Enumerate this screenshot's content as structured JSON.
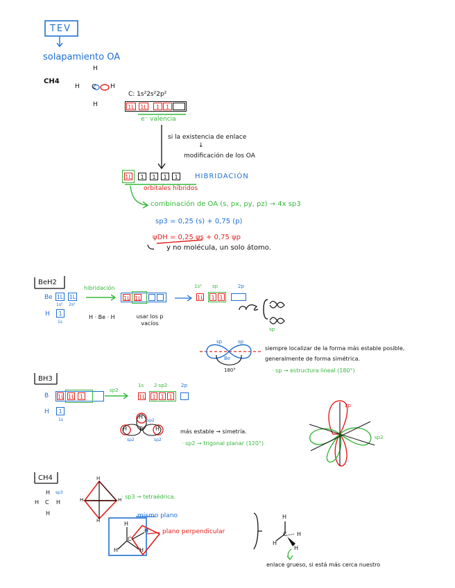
{
  "tev": "TEV",
  "heading": "solapamiento OA",
  "ch4": {
    "label": "CH4",
    "h_top": "H",
    "h_left": "H",
    "h_mid": "H",
    "h_bottom": "H",
    "carbon": "C",
    "config": "C: 1s²2s²2p²",
    "cells_a": [
      "1L",
      "1L",
      "1",
      "1",
      ""
    ],
    "valencia": "e⁻ valencia",
    "existence": "si la existencia de enlace",
    "arrow_small": "↓",
    "modificacion": "modificación de los OA",
    "cells_b": [
      "1L",
      "1",
      "1",
      "1",
      "1"
    ],
    "hibridacion": "HIBRIDACIÓN",
    "orbitales": "orbitales híbridos",
    "combinacion": "combinación de OA (s, px, py, pz) → 4x sp3",
    "sp3_eq": "sp3 = 0,25 (s) + 0,75 (p)",
    "psi_eq": "ψDH = 0,25 ψs + 0,75 ψp",
    "note": "y no molécula, un solo átomo."
  },
  "beh2": {
    "label": "BeH2",
    "hibridacion": "hibridación",
    "be": "Be",
    "h": "H",
    "cells_be": [
      "1L",
      "1L"
    ],
    "sub_1s": "1s²",
    "sub_2s": "2s²",
    "cell_h": "1",
    "sub_h": "1s",
    "cells_mid": [
      "1L",
      "1L",
      "",
      ""
    ],
    "struct": "H · Be · H",
    "vacios": "usar los p vacíos",
    "sp_label_1s": "1s²",
    "sp_label_sp": "sp",
    "sp_label_2p": "2p",
    "cells_right": [
      "1L",
      "1",
      "1",
      ""
    ],
    "odot": "⊙ + ∞",
    "sp_small": "sp",
    "sp_a": "sp",
    "sp_b": "sp",
    "be_small": "Be",
    "ang": "180°",
    "note1": "siempre localizar de la forma más estable posible,",
    "note2": "generalmente de forma simétrica.",
    "note3": "· sp → estructura lineal (180°)"
  },
  "bh3": {
    "label": "BH3",
    "b": "B",
    "h": "H",
    "cells_b": [
      "1L",
      "1L",
      "1"
    ],
    "sp2_arrow": "sp2",
    "top_1s": "1s",
    "top_sp2": "2·sp2",
    "top_2p": "2p",
    "cells_right": [
      "1L",
      "1",
      "1",
      "1"
    ],
    "cell_h": "1",
    "sub_h": "1s",
    "struct_h": "H",
    "struct_b": "B",
    "sp2_tag": "sp2",
    "estable": "más estable → simetría.",
    "trigonal": "· sp2 → trigonal planar (120°)",
    "lbl_2p": "2p",
    "lbl_sp2": "sp2"
  },
  "ch4b": {
    "label": "CH4",
    "h": "H",
    "c": "C",
    "sp3": "sp3",
    "tetra": "· sp3 → tetraédrica.",
    "plano": "mismo plano",
    "perp": "plano perpendicular",
    "enlace": "enlace grueso, si está más cerca nuestro"
  }
}
